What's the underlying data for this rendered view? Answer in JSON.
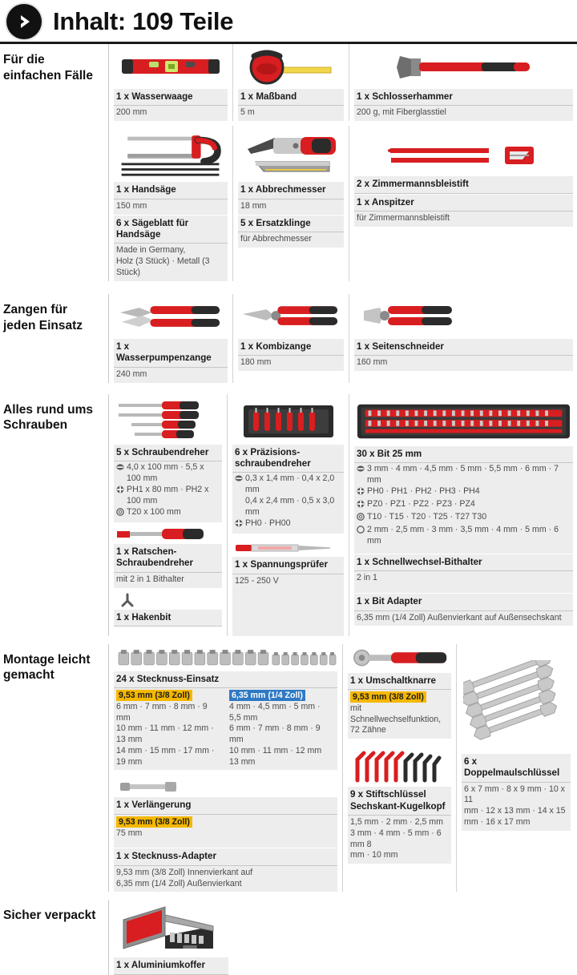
{
  "header": {
    "title": "Inhalt: 109 Teile",
    "badge_icon": "chevron-right-circle-icon"
  },
  "sections": [
    {
      "title": "Für die\neinfachen Fälle",
      "title_line1": "Für die",
      "title_line2": "einfachen Fälle"
    },
    {
      "title_line1": "Zangen für",
      "title_line2": "jeden Einsatz"
    },
    {
      "title_line1": "Alles rund ums",
      "title_line2": "Schrauben"
    },
    {
      "title_line1": "Montage leicht",
      "title_line2": "gemacht"
    },
    {
      "title_line1": "Sicher verpackt",
      "title_line2": ""
    }
  ],
  "items": {
    "wasserwaage": {
      "name": "1 x Wasserwaage",
      "spec": "200 mm"
    },
    "massband": {
      "name": "1 x Maßband",
      "spec": "5 m"
    },
    "schlosserhammer": {
      "name": "1 x Schlosserhammer",
      "spec": "200 g, mit Fiberglasstiel"
    },
    "handsaege": {
      "name": "1 x Handsäge",
      "spec": "150 mm"
    },
    "saegeblatt": {
      "name": "6 x Sägeblatt für Handsäge",
      "spec1": "Made in Germany,",
      "spec2": "Holz (3 Stück) · Metall (3 Stück)"
    },
    "abbrechmesser": {
      "name": "1 x Abbrechmesser",
      "spec": "18 mm"
    },
    "ersatzklinge": {
      "name": "5 x Ersatzklinge",
      "spec": "für Abbrechmesser"
    },
    "zimmermannsbleistift": {
      "name": "2 x Zimmermannsbleistift"
    },
    "anspitzer": {
      "name": "1 x Anspitzer",
      "spec": "für Zimmermannsbleistift"
    },
    "wasserpumpenzange": {
      "name": "1 x Wasserpumpenzange",
      "spec": "240 mm"
    },
    "kombizange": {
      "name": "1 x Kombizange",
      "spec": "180 mm"
    },
    "seitenschneider": {
      "name": "1 x Seitenschneider",
      "spec": "160 mm"
    },
    "schraubendreher": {
      "name": "5 x Schraubendreher",
      "specs": [
        {
          "icon": "slotted-bit-icon",
          "text": "4,0 x 100 mm · 5,5 x 100 mm"
        },
        {
          "icon": "phillips-bit-icon",
          "text": "PH1 x 80 mm · PH2 x 100 mm"
        },
        {
          "icon": "torx-bit-icon",
          "text": "T20 x 100 mm"
        }
      ]
    },
    "praezisions": {
      "name_line1": "6 x Präzisions-",
      "name_line2": "schraubendreher",
      "specs": [
        {
          "icon": "slotted-bit-icon",
          "text": "0,3 x 1,4 mm · 0,4 x 2,0 mm"
        },
        {
          "icon": "none",
          "text": "0,4 x 2,4 mm · 0,5 x 3,0 mm"
        },
        {
          "icon": "phillips-bit-icon",
          "text": "PH0 · PH00"
        }
      ]
    },
    "bit25": {
      "name": "30 x Bit 25 mm",
      "specs": [
        {
          "icon": "slotted-bit-icon",
          "text": "3 mm · 4 mm · 4,5 mm · 5 mm · 5,5 mm · 6 mm · 7 mm"
        },
        {
          "icon": "phillips-bit-icon",
          "text": "PH0 · PH1 · PH2 · PH3 · PH4"
        },
        {
          "icon": "pozidriv-bit-icon",
          "text": "PZ0 · PZ1 · PZ2 · PZ3 · PZ4"
        },
        {
          "icon": "torx-bit-icon",
          "text": "T10 · T15 · T20 · T25 · T27 T30"
        },
        {
          "icon": "hex-bit-icon",
          "text": "2 mm · 2,5 mm · 3 mm · 3,5 mm · 4 mm · 5 mm · 6 mm"
        }
      ]
    },
    "ratschen": {
      "name_line1": "1 x Ratschen-",
      "name_line2": "Schraubendreher",
      "spec": "mit 2 in 1 Bithalter"
    },
    "hakenbit": {
      "name": "1 x Hakenbit"
    },
    "spannungspruefer": {
      "name": "1 x Spannungsprüfer",
      "spec": "125 - 250 V"
    },
    "bithalter": {
      "name": "1 x Schnellwechsel-Bithalter",
      "spec": "2 in 1"
    },
    "bitadapter": {
      "name": "1 x Bit Adapter",
      "spec": "6,35 mm (1/4 Zoll) Außenvierkant auf Außensechskant"
    },
    "stecknuss": {
      "name": "24 x Stecknuss-Einsatz",
      "group_a": {
        "badge": "9,53 mm (3/8 Zoll)",
        "badge_color": "gold",
        "lines": [
          "6 mm · 7 mm · 8 mm · 9 mm",
          "10 mm · 11 mm · 12 mm · 13 mm",
          "14 mm · 15 mm · 17 mm · 19 mm"
        ]
      },
      "group_b": {
        "badge": "6,35 mm (1/4 Zoll)",
        "badge_color": "blue",
        "lines": [
          "4 mm · 4,5 mm · 5 mm · 5,5 mm",
          "6 mm · 7 mm · 8 mm · 9 mm",
          "10 mm · 11 mm · 12 mm",
          "13 mm"
        ]
      }
    },
    "umschaltknarre": {
      "name": "1 x Umschaltknarre",
      "badge": "9,53 mm (3/8 Zoll)",
      "badge_color": "gold",
      "spec1": "mit Schnellwechselfunktion,",
      "spec2": "72 Zähne"
    },
    "verlaengerung": {
      "name": "1 x Verlängerung",
      "badge": "9,53 mm (3/8 Zoll)",
      "badge_color": "gold",
      "spec": "75 mm"
    },
    "stecknuss_adapter": {
      "name": "1 x Stecknuss-Adapter",
      "spec1": "9,53 mm (3/8 Zoll) Innenvierkant auf",
      "spec2": "6,35 mm (1/4 Zoll) Außenvierkant"
    },
    "stiftschluessel": {
      "name_line1": "9 x Stiftschlüssel",
      "name_line2": "Sechskant-Kugelkopf",
      "spec1": "1,5 mm · 2 mm · 2,5 mm",
      "spec2": "3 mm · 4 mm · 5 mm · 6 mm 8",
      "spec3": "mm · 10 mm"
    },
    "doppelmaul": {
      "name": "6 x Doppelmaulschlüssel",
      "spec1": "6 x 7 mm · 8 x 9 mm · 10 x 11",
      "spec2": "mm · 12 x 13 mm · 14 x 15",
      "spec3": "mm · 16 x 17 mm"
    },
    "koffer": {
      "name": "1 x Aluminiumkoffer"
    }
  },
  "colors": {
    "accent_red": "#d81e20",
    "highlight_gold": "#f5b800",
    "highlight_blue": "#2f79c4",
    "panel_grey": "#ededed",
    "text_dark": "#1a1a1a"
  }
}
